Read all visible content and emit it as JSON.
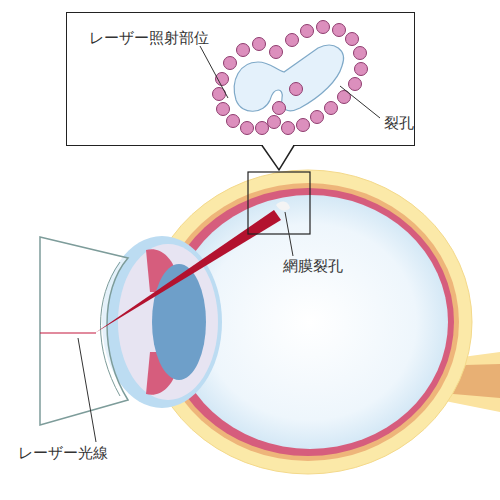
{
  "diagram": {
    "nodes": [
      {
        "text": [
          "レーザー照射部位",
          "裂孔"
        ]
      }
    ],
    "labels": [
      "網膜裂孔",
      "レーザー光線"
    ]
  }
}
